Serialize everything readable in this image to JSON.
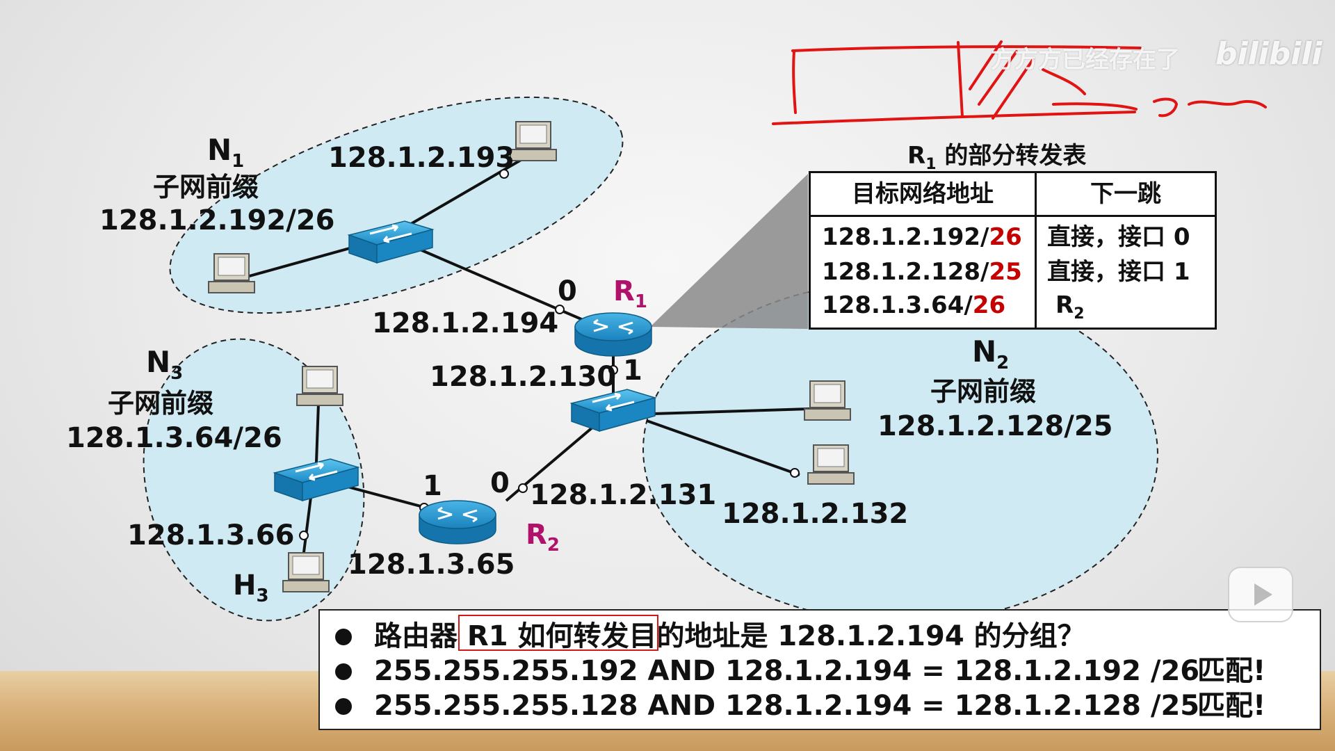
{
  "watermark": {
    "text": "方方方已经存在了",
    "logo": "bilibili"
  },
  "networks": {
    "n1": {
      "name": "N",
      "sub": "1",
      "prefix_label": "子网前缀",
      "prefix": "128.1.2.192/26"
    },
    "n2": {
      "name": "N",
      "sub": "2",
      "prefix_label": "子网前缀",
      "prefix": "128.1.2.128/25"
    },
    "n3": {
      "name": "N",
      "sub": "3",
      "prefix_label": "子网前缀",
      "prefix": "128.1.3.64/26"
    }
  },
  "routers": {
    "r1": {
      "name": "R",
      "sub": "1"
    },
    "r2": {
      "name": "R",
      "sub": "2"
    }
  },
  "hosts": {
    "h3": {
      "name": "H",
      "sub": "3"
    }
  },
  "ip_labels": {
    "n1_host": "128.1.2.193",
    "r1_if0": "128.1.2.194",
    "r1_if1": "128.1.2.130",
    "r2_if0": "128.1.2.131",
    "n2_host": "128.1.2.132",
    "h3": "128.1.3.66",
    "r2_if1": "128.1.3.65"
  },
  "port_labels": {
    "r1_p0": "0",
    "r1_p1": "1",
    "r2_p0": "0",
    "r2_p1": "1"
  },
  "forwarding_table": {
    "title_prefix": "R",
    "title_sub": "1",
    "title_suffix": " 的部分转发表",
    "col_dest": "目标网络地址",
    "col_next": "下一跳",
    "rows": [
      {
        "net": "128.1.2.192/",
        "len": "26",
        "next": "直接，接口 0",
        "next_sub": ""
      },
      {
        "net": "128.1.2.128/",
        "len": "25",
        "next": "直接，接口 1",
        "next_sub": ""
      },
      {
        "net": "128.1.3.64/",
        "len": "26",
        "next": "R",
        "next_sub": "2"
      }
    ]
  },
  "questions": {
    "q1_pre": "路由器 R1 如何转发目的地址是 ",
    "q1_addr": "128.1.2.194",
    "q1_post": " 的分组？",
    "q2": "255.255.255.192 AND 128.1.2.194 = 128.1.2.192 /26",
    "q3": "255.255.255.128 AND 128.1.2.194 = 128.1.2.128 /25",
    "match": "匹配!"
  },
  "colors": {
    "ellipse_fill": "#cfeaf3",
    "device_blue": "#1f8fc9",
    "accent_magenta": "#b0126b",
    "prefix_red": "#c40000",
    "annotation_red": "#e11414"
  },
  "icons": [
    "switch-icon",
    "router-icon",
    "computer-icon",
    "play-icon"
  ]
}
